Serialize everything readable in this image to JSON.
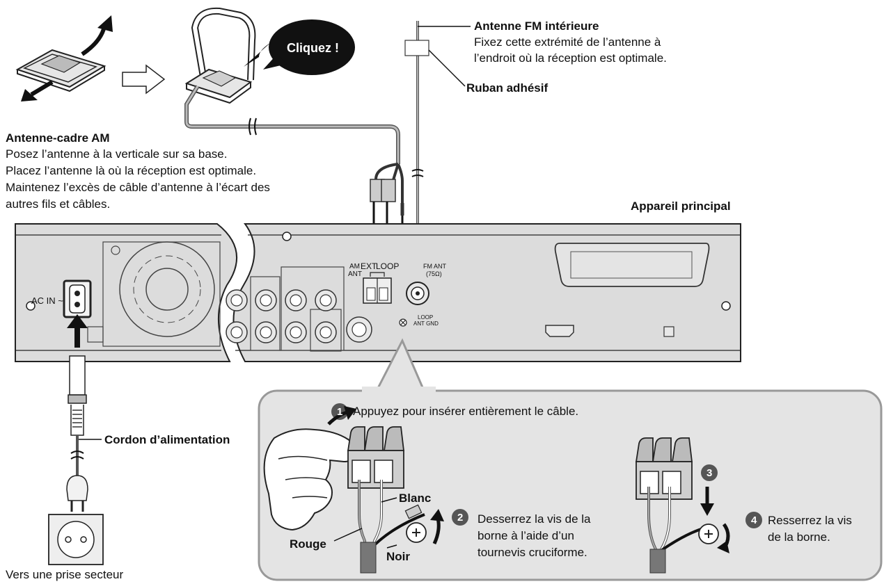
{
  "am_antenna": {
    "title": "Antenne-cadre AM",
    "lines": [
      "Posez l’antenne à la verticale sur sa base.",
      "Placez l’antenne là où la réception est optimale.",
      "Maintenez l’excès de câble d’antenne à l’écart des",
      "autres fils et câbles."
    ],
    "click_bubble": "Cliquez !"
  },
  "fm_antenna": {
    "title": "Antenne FM intérieure",
    "lines": [
      "Fixez cette extrémité de l’antenne à",
      "l’endroit où la réception est optimale."
    ],
    "tape_label": "Ruban adhésif"
  },
  "main_unit": {
    "label": "Appareil principal",
    "ac_in": "AC IN ~",
    "am_ant": [
      "AM",
      "ANT"
    ],
    "ext": "EXT",
    "loop": "LOOP",
    "fm_ant": [
      "FM ANT",
      "(75Ω)"
    ],
    "loop_gnd": [
      "LOOP",
      "ANT GND"
    ]
  },
  "power": {
    "cord_label": "Cordon d’alimentation",
    "outlet_label": "Vers une prise secteur"
  },
  "steps": [
    {
      "num": "1",
      "text": "Appuyez pour insérer entièrement le câble."
    },
    {
      "num": "2",
      "lines": [
        "Desserrez la vis de la",
        "borne à l’aide d’un",
        "tournevis cruciforme."
      ]
    },
    {
      "num": "3"
    },
    {
      "num": "4",
      "lines": [
        "Resserrez la vis",
        "de la borne."
      ]
    }
  ],
  "wire_labels": {
    "white": "Blanc",
    "red": "Rouge",
    "black": "Noir"
  },
  "colors": {
    "panel": "#dcdcdc",
    "inset": "#e4e4e4",
    "cable": "#8a8a8a",
    "bubble": "#111111"
  }
}
